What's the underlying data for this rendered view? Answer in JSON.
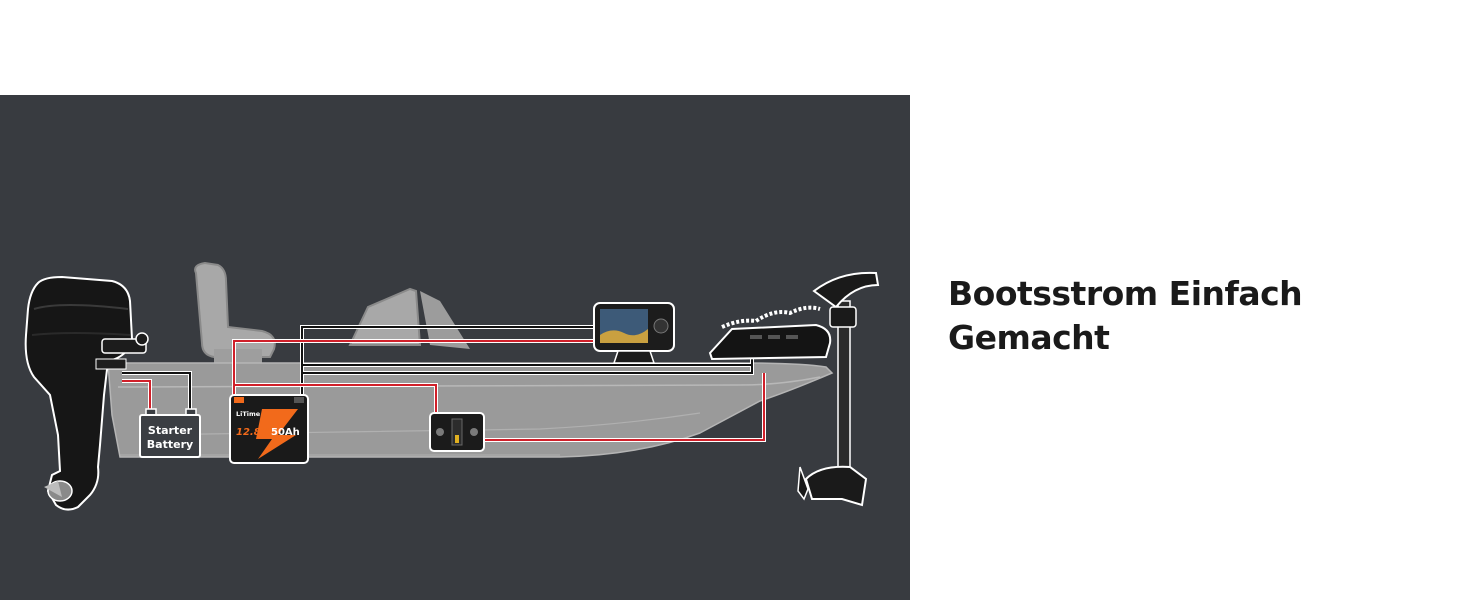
{
  "headline": {
    "line1": "Bootsstrom Einfach",
    "line2": "Gemacht"
  },
  "diagram": {
    "starter_battery": {
      "line1": "Starter",
      "line2": "Battery"
    },
    "lithium_battery": {
      "brand": "LiTime",
      "voltage": "12.8V",
      "capacity": "50Ah"
    }
  },
  "colors": {
    "panel_background": "#383b40",
    "boat_hull": "#9a9a9a",
    "wire_positive": "#d0202a",
    "wire_negative": "#111111",
    "battery_accent": "#f26a1b",
    "headline_text": "#1a1a1a"
  }
}
